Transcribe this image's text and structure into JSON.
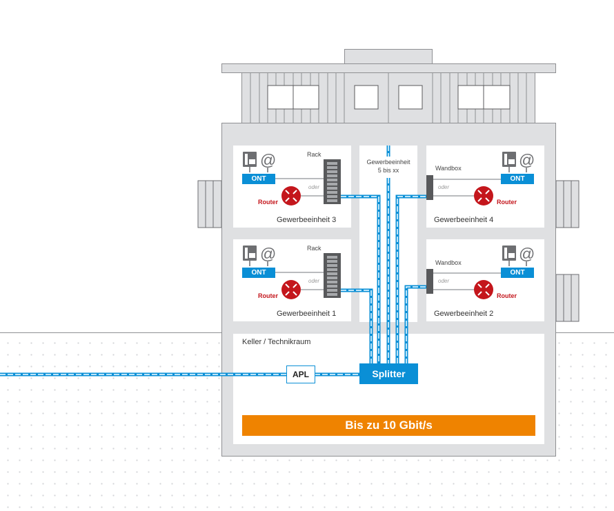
{
  "diagram": {
    "title_banner": "Bis zu 10 Gbit/s",
    "colors": {
      "fiber": "#0a8fd6",
      "accent_orange": "#ef8300",
      "router_red": "#c4161c",
      "building_gray": "#dfe0e2",
      "device_dark": "#58595b"
    },
    "units": [
      {
        "id": "3",
        "name": "Gewerbeeinheit 3",
        "connector": "Rack",
        "alt_label": "oder",
        "ont_label": "ONT",
        "router_label": "Router",
        "icons": [
          "phone-icon",
          "at-icon",
          "router-icon"
        ]
      },
      {
        "id": "4",
        "name": "Gewerbeeinheit 4",
        "connector": "Wandbox",
        "alt_label": "oder",
        "ont_label": "ONT",
        "router_label": "Router",
        "icons": [
          "phone-icon",
          "at-icon",
          "router-icon"
        ]
      },
      {
        "id": "1",
        "name": "Gewerbeeinheit 1",
        "connector": "Rack",
        "alt_label": "oder",
        "ont_label": "ONT",
        "router_label": "Router",
        "icons": [
          "phone-icon",
          "at-icon",
          "router-icon"
        ]
      },
      {
        "id": "2",
        "name": "Gewerbeeinheit 2",
        "connector": "Wandbox",
        "alt_label": "oder",
        "ont_label": "ONT",
        "router_label": "Router",
        "icons": [
          "phone-icon",
          "at-icon",
          "router-icon"
        ]
      }
    ],
    "middle_unit": {
      "line1": "Gewerbeeinheit",
      "line2": "5 bis xx"
    },
    "basement": {
      "label": "Keller / Technikraum",
      "apl_label": "APL",
      "splitter_label": "Splitter"
    }
  }
}
